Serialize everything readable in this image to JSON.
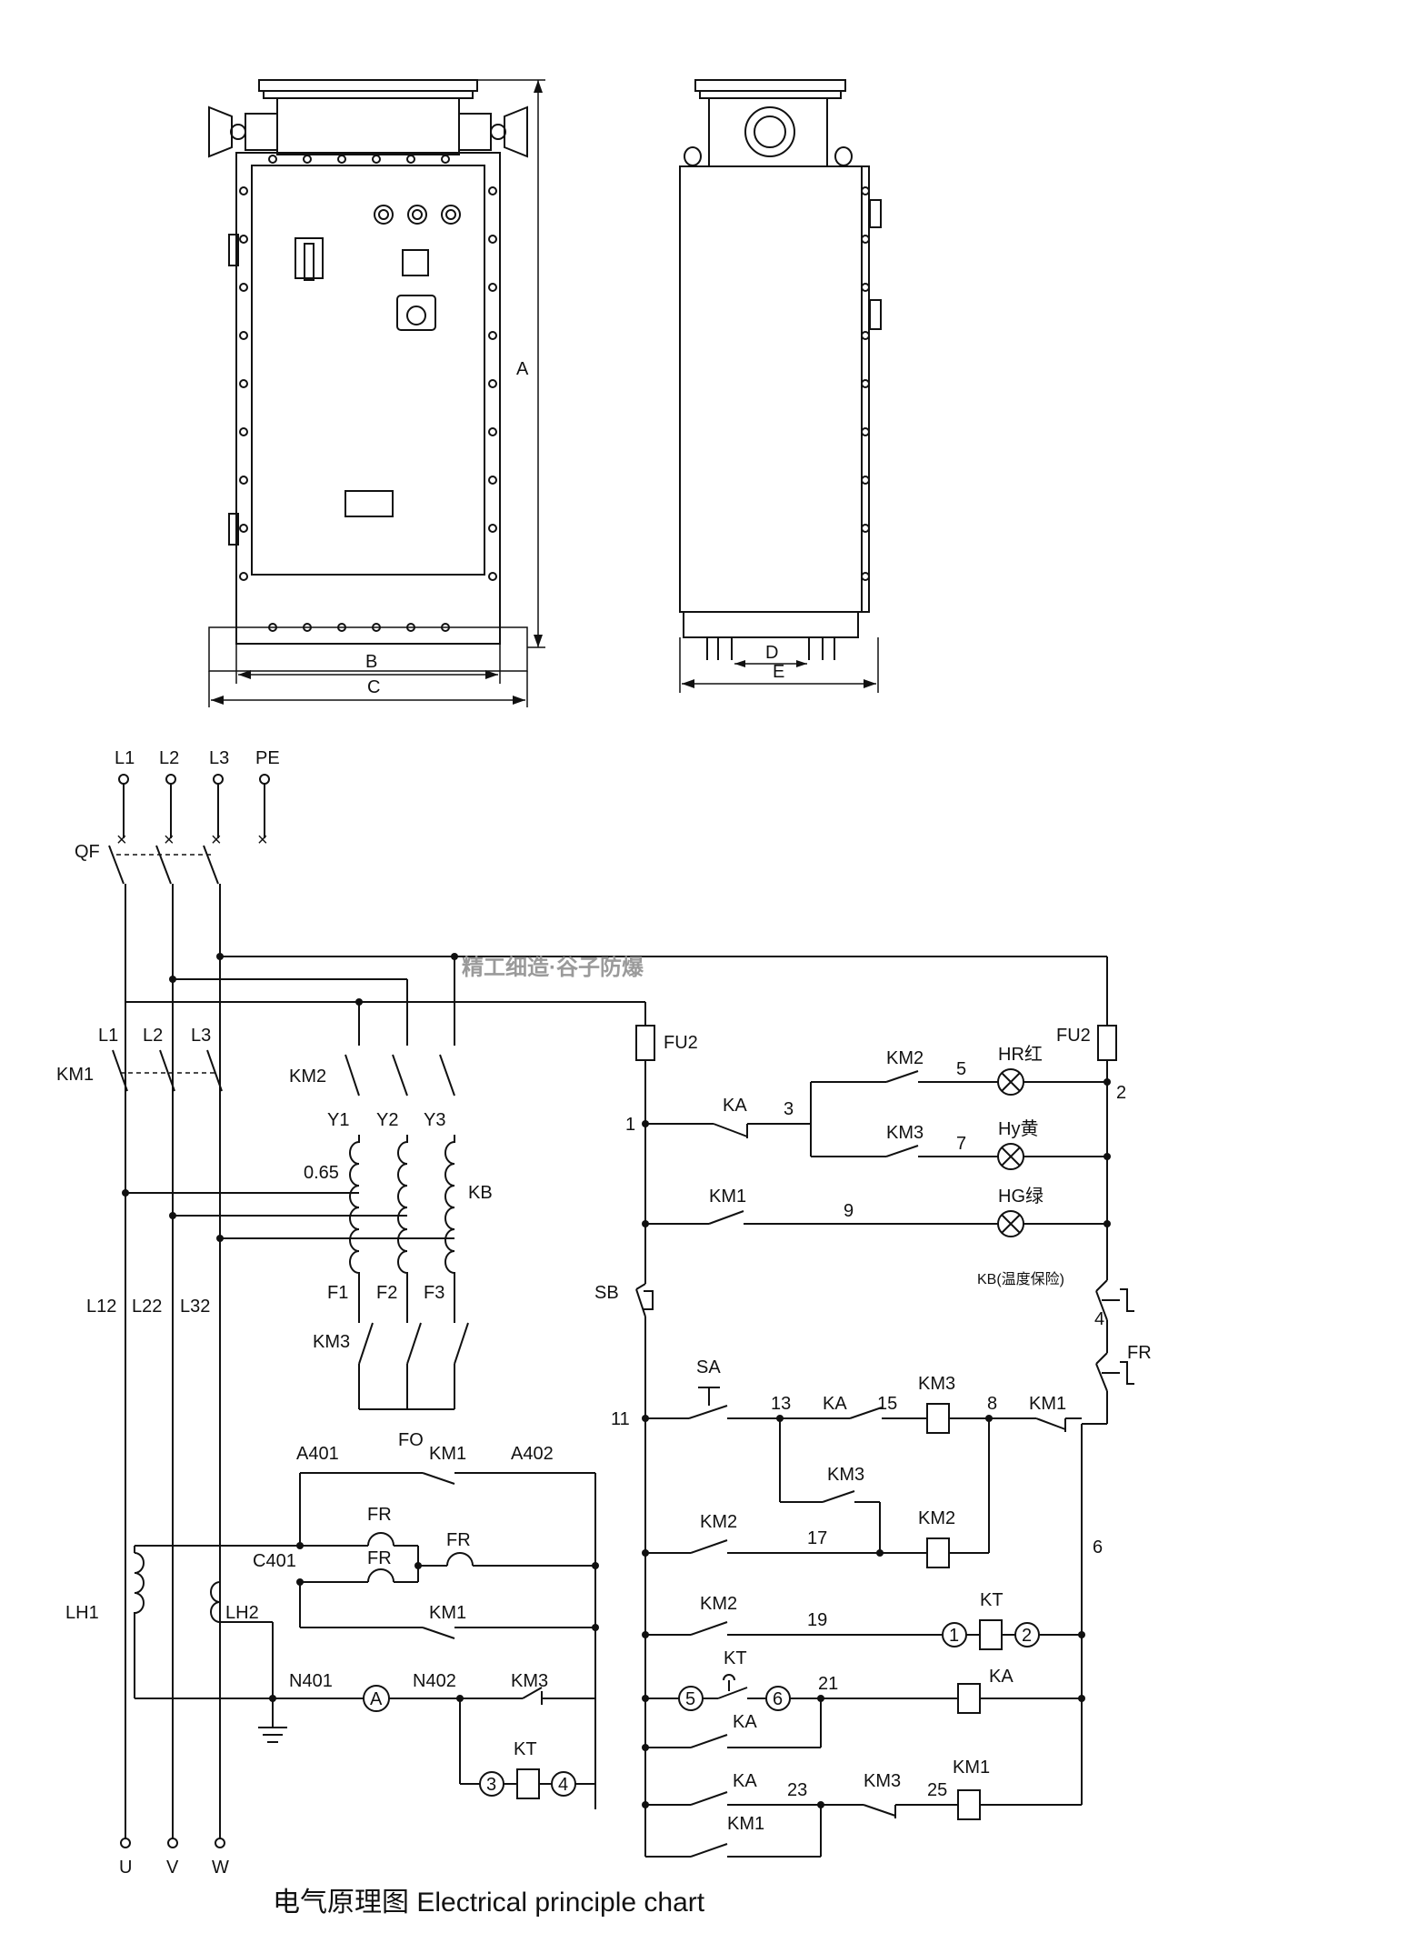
{
  "dimensions": {
    "A": "A",
    "B": "B",
    "C": "C",
    "D": "D",
    "E": "E"
  },
  "watermark": "精工细造·谷子防爆",
  "power": {
    "L1": "L1",
    "L2": "L2",
    "L3": "L3",
    "PE": "PE",
    "QF": "QF"
  },
  "main": {
    "L1": "L1",
    "L2": "L2",
    "L3": "L3",
    "KM1": "KM1",
    "KM2": "KM2",
    "Y1": "Y1",
    "Y2": "Y2",
    "Y3": "Y3",
    "tap": "0.65",
    "KB": "KB",
    "F1": "F1",
    "F2": "F2",
    "F3": "F3",
    "KM3": "KM3",
    "FO": "FO",
    "L12": "L12",
    "L22": "L22",
    "L32": "L32",
    "U": "U",
    "V": "V",
    "W": "W"
  },
  "meter": {
    "A401": "A401",
    "KM1a": "KM1",
    "A402": "A402",
    "FR1": "FR",
    "FR2": "FR",
    "FR3": "FR",
    "C401": "C401",
    "KM1b": "KM1",
    "LH1": "LH1",
    "LH2": "LH2",
    "N401": "N401",
    "ammeter": "A",
    "N402": "N402",
    "KM3": "KM3",
    "KT": "KT",
    "n3": "3",
    "n4": "4"
  },
  "control": {
    "FU2a": "FU2",
    "FU2b": "FU2",
    "n1": "1",
    "n2": "2",
    "KA": "KA",
    "n3": "3",
    "KM2": "KM2",
    "n5": "5",
    "HR": "HR红",
    "KM3": "KM3",
    "n7": "7",
    "Hy": "Hy黄",
    "KM1": "KM1",
    "n9": "9",
    "HG": "HG绿",
    "KBtemp": "KB(温度保险)",
    "n4": "4",
    "FR": "FR",
    "SB": "SB",
    "SA": "SA",
    "n11": "11",
    "n13": "13",
    "KAr": "KA",
    "n15": "15",
    "KM3c": "KM3",
    "n8": "8",
    "KM1r": "KM1",
    "KM3r": "KM3",
    "KM2r": "KM2",
    "n17": "17",
    "KM2c": "KM2",
    "n6": "6",
    "KM2s": "KM2",
    "n19": "19",
    "KTc": "KT",
    "k1": "1",
    "k2": "2",
    "KTs": "KT",
    "k5": "5",
    "k6": "6",
    "n21": "21",
    "KAc": "KA",
    "KAh": "KA",
    "KAs": "KA",
    "n23": "23",
    "KM3s": "KM3",
    "n25": "25",
    "KM1c": "KM1",
    "KM1h": "KM1"
  },
  "caption": "电气原理图 Electrical principle chart"
}
